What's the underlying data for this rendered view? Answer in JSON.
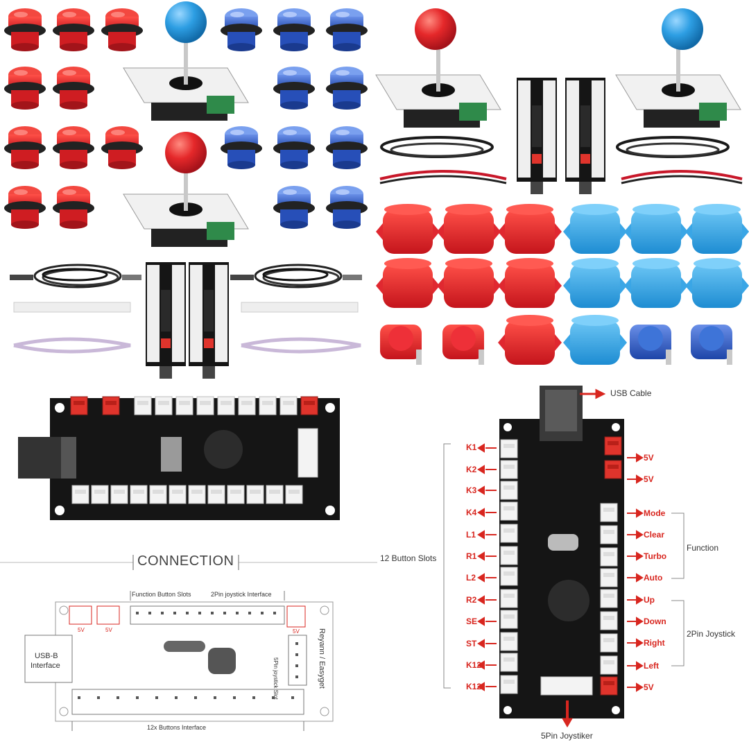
{
  "colors": {
    "red_button": "#e02830",
    "blue_button": "#2f63c9",
    "light_blue": "#3aa6e6",
    "pcb": "#151515",
    "arrow_red": "#d8261f",
    "connector": "#f2f2f2",
    "connector_red": "#e0342c"
  },
  "labels": {
    "usb_cable": "USB Cable",
    "five_pin": "5Pin Joystiker",
    "twelve_slots": "12 Button Slots",
    "function": "Function",
    "two_pin": "2Pin Joystick",
    "left_pins": [
      "K1",
      "K2",
      "K3",
      "K4",
      "L1",
      "R1",
      "L2",
      "R2",
      "SE",
      "ST",
      "K12",
      "K12"
    ],
    "right_pins": [
      "5V",
      "5V",
      "Mode",
      "Clear",
      "Turbo",
      "Auto",
      "Up",
      "Down",
      "Right",
      "Left",
      "5V"
    ]
  },
  "diagram": {
    "title": "CONNECTION",
    "function_slots": "Function Button Slots",
    "joystick_interface": "2Pin joystick Interface",
    "usb_b_1": "USB-B",
    "usb_b_2": "Interface",
    "v_a": "5V",
    "v_b": "5V",
    "v_c": "5V",
    "side_slot": "5Pin joystick Slot",
    "brand": "Reyann / Easyget",
    "buttons_interface": "12x Buttons Interface"
  }
}
